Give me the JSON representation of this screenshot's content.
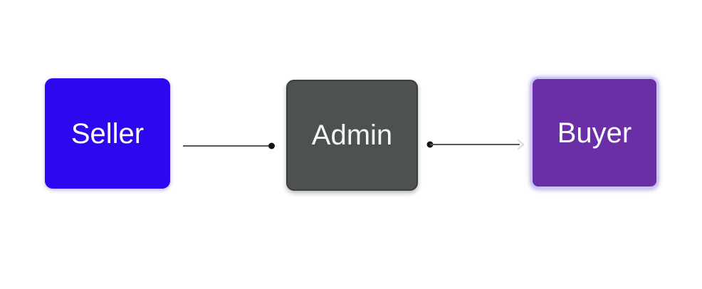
{
  "canvas": {
    "background": "#ffffff"
  },
  "nodes": [
    {
      "id": "seller",
      "label": "Seller",
      "fill": "#2b08f0",
      "text_color": "#ffffff"
    },
    {
      "id": "admin",
      "label": "Admin",
      "fill": "#4d524f",
      "border": "#3a3e3b",
      "text_color": "#f5f6f5"
    },
    {
      "id": "buyer",
      "label": "Buyer",
      "fill": "#6a2fa6",
      "border": "#cdc3f5",
      "text_color": "#ffffff"
    }
  ],
  "edges": [
    {
      "from": "Seller",
      "to": "Admin",
      "stroke": "#565656",
      "dot_color": "#151515",
      "endpoint": "dot-at-admin-side"
    },
    {
      "from": "Admin",
      "to": "Buyer",
      "stroke": "#565656",
      "dot_color": "#151515",
      "arrow_color": "#d9d9de",
      "endpoint": "dot-at-admin-side",
      "arrowhead": "light-chevron-at-buyer-side"
    }
  ]
}
